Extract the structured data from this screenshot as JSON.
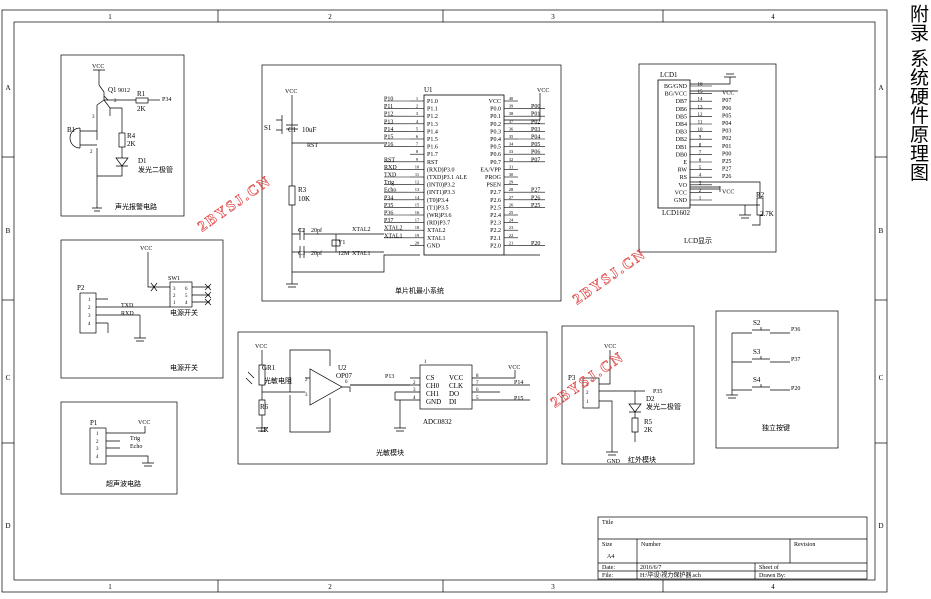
{
  "side_title": "附录  系统硬件原理图",
  "frame": {
    "cols": [
      "1",
      "2",
      "3",
      "4"
    ],
    "rows": [
      "A",
      "B",
      "C",
      "D"
    ]
  },
  "watermarks": [
    "2BYSJ.CN",
    "2BYSJ.CN",
    "2BYSJ.CN"
  ],
  "net": {
    "vcc": "VCC"
  },
  "buzzer": {
    "q": "Q1",
    "q_part": "9012",
    "r1": "R1",
    "r1_val": "2K",
    "p34": "P34",
    "b1": "B1",
    "r4": "R4",
    "r4_val": "2K",
    "d1": "D1",
    "d1_desc": "发光二极管",
    "title": "声光报警电路",
    "pin1": "1",
    "pin2": "2",
    "pin3": "3"
  },
  "power": {
    "p2": "P2",
    "pins": [
      "1",
      "2",
      "3",
      "4"
    ],
    "txd": "TXD",
    "rxd": "RXD",
    "sw": "SW1",
    "sw_label": "电源开关",
    "title": "电源开关",
    "sw_pins": [
      "3",
      "6",
      "2",
      "5",
      "1",
      "4"
    ]
  },
  "mcu": {
    "u": "U1",
    "left_pins": [
      "P1.0",
      "P1.1",
      "P1.2",
      "P1.3",
      "P1.4",
      "P1.5",
      "P1.6",
      "P1.7",
      "RST",
      "(RXD)P3.0",
      "(TXD)P3.1 ALE",
      "(INT0)P3.2",
      "(INT1)P3.3",
      "(T0)P3.4",
      "(T1)P3.5",
      "(WR)P3.6",
      "(RD)P3.7",
      "XTAL2",
      "XTAL1",
      "GND"
    ],
    "left_nets": [
      "P10",
      "P11",
      "P12",
      "P13",
      "P14",
      "P15",
      "P16",
      "",
      "RST",
      "RXD",
      "TXD",
      "Trig",
      "Echo",
      "P34",
      "P35",
      "P36",
      "P37",
      "XTAL2",
      "XTAL1",
      ""
    ],
    "left_nums": [
      "1",
      "2",
      "3",
      "4",
      "5",
      "6",
      "7",
      "8",
      "9",
      "10",
      "11",
      "12",
      "13",
      "14",
      "15",
      "16",
      "17",
      "18",
      "19",
      "20"
    ],
    "right_pins": [
      "VCC",
      "P0.0",
      "P0.1",
      "P0.2",
      "P0.3",
      "P0.4",
      "P0.5",
      "P0.6",
      "P0.7",
      "EA/VPP",
      "PROG",
      "PSEN",
      "P2.7",
      "P2.6",
      "P2.5",
      "P2.4",
      "P2.3",
      "P2.2",
      "P2.1",
      "P2.0"
    ],
    "right_nets": [
      "",
      "P00",
      "P01",
      "P02",
      "P03",
      "P04",
      "P05",
      "P06",
      "P07",
      "",
      "",
      "",
      "P27",
      "P26",
      "P25",
      "",
      "",
      "",
      "",
      "P20"
    ],
    "right_nums": [
      "40",
      "39",
      "38",
      "37",
      "36",
      "35",
      "34",
      "33",
      "32",
      "31",
      "30",
      "29",
      "28",
      "27",
      "26",
      "25",
      "24",
      "23",
      "22",
      "21"
    ],
    "s1": "S1",
    "c1": "C1",
    "c1_val": "10uF",
    "rst": "RST",
    "r3": "R3",
    "r3_val": "10K",
    "c2": "C2",
    "c2_val": "20pf",
    "c3": "C3",
    "c3_val": "20pf",
    "y1": "Y1",
    "y1_val": "12M",
    "xtal2": "XTAL2",
    "xtal1": "XTAL1",
    "title": "单片机最小系统"
  },
  "lcd": {
    "name": "LCD1",
    "pins": [
      "BG/GND",
      "BG/VCC",
      "DB7",
      "DB6",
      "DB5",
      "DB4",
      "DB3",
      "DB2",
      "DB1",
      "DB0",
      "E",
      "RW",
      "RS",
      "VO",
      "VCC",
      "GND"
    ],
    "nums": [
      "16",
      "15",
      "14",
      "13",
      "12",
      "11",
      "10",
      "9",
      "8",
      "7",
      "6",
      "5",
      "4",
      "3",
      "2",
      "1"
    ],
    "nets": [
      "",
      "VCC",
      "P07",
      "P06",
      "P05",
      "P04",
      "P03",
      "P02",
      "P01",
      "P00",
      "P25",
      "P27",
      "P26",
      "",
      "VCC",
      ""
    ],
    "r2": "R2",
    "r2_val": "2.7K",
    "part": "LCD1602",
    "title": "LCD显示"
  },
  "photo": {
    "gr1": "GR1",
    "gr1_desc": "光敏电阻",
    "r6": "R6",
    "r6_val": "1K",
    "u2": "U2",
    "u2_part": "OP07",
    "p13": "P13",
    "adc_left": [
      "CS",
      "CH0",
      "CH1",
      "GND"
    ],
    "adc_right": [
      "VCC",
      "CLK",
      "DO",
      "DI"
    ],
    "adc_lnums": [
      "1",
      "2",
      "3",
      "4"
    ],
    "adc_rnums": [
      "8",
      "7",
      "6",
      "5"
    ],
    "p14": "P14",
    "p15": "P15",
    "adc_part": "ADC0832",
    "title": "光敏模块",
    "op_pins": [
      "2",
      "3",
      "6"
    ]
  },
  "ir": {
    "p": "P3",
    "pins": [
      "3",
      "2",
      "1"
    ],
    "p35": "P35",
    "d2": "D2",
    "d2_desc": "发光二极管",
    "r5": "R5",
    "r5_val": "2K",
    "gnd": "GND",
    "title": "红外模块"
  },
  "keys": {
    "keys": [
      {
        "s": "S2",
        "p": "P36"
      },
      {
        "s": "S3",
        "p": "P37"
      },
      {
        "s": "S4",
        "p": "P20"
      }
    ],
    "title": "独立按键"
  },
  "ultra": {
    "p1": "P1",
    "pins": [
      "1",
      "2",
      "3",
      "4"
    ],
    "trig": "Trig",
    "echo": "Echo",
    "title": "超声波电路"
  },
  "titleblock": {
    "title_label": "Title",
    "size_label": "Size",
    "size_val": "A4",
    "number_label": "Number",
    "revision_label": "Revision",
    "date_label": "Date:",
    "date_val": "2016/6/7",
    "file_label": "File:",
    "file_val": "H:\\毕设\\视力保护器.sch",
    "sheet_label": "Sheet    of",
    "drawn_label": "Drawn By:"
  }
}
